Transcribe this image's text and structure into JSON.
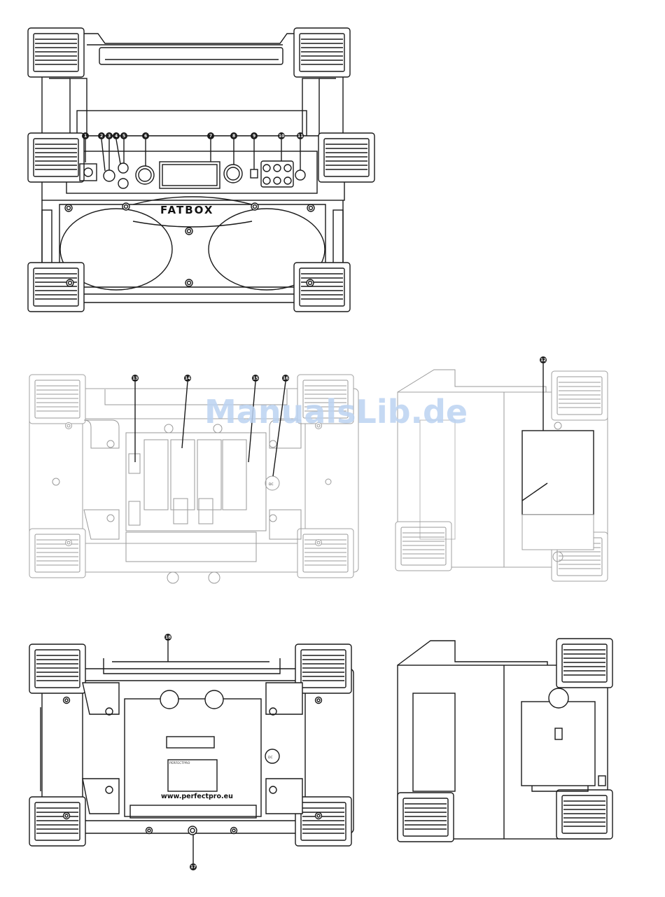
{
  "brand": "FATBOX",
  "watermark": "ManualsLib.de",
  "website": "www.perfectpro.eu",
  "dc_label": "DC",
  "rear_brand": "PERFECTPRO",
  "callouts": [
    "1",
    "2",
    "3",
    "4",
    "5",
    "6",
    "7",
    "8",
    "9",
    "10",
    "11",
    "12",
    "13",
    "14",
    "15",
    "16",
    "17",
    "18"
  ]
}
